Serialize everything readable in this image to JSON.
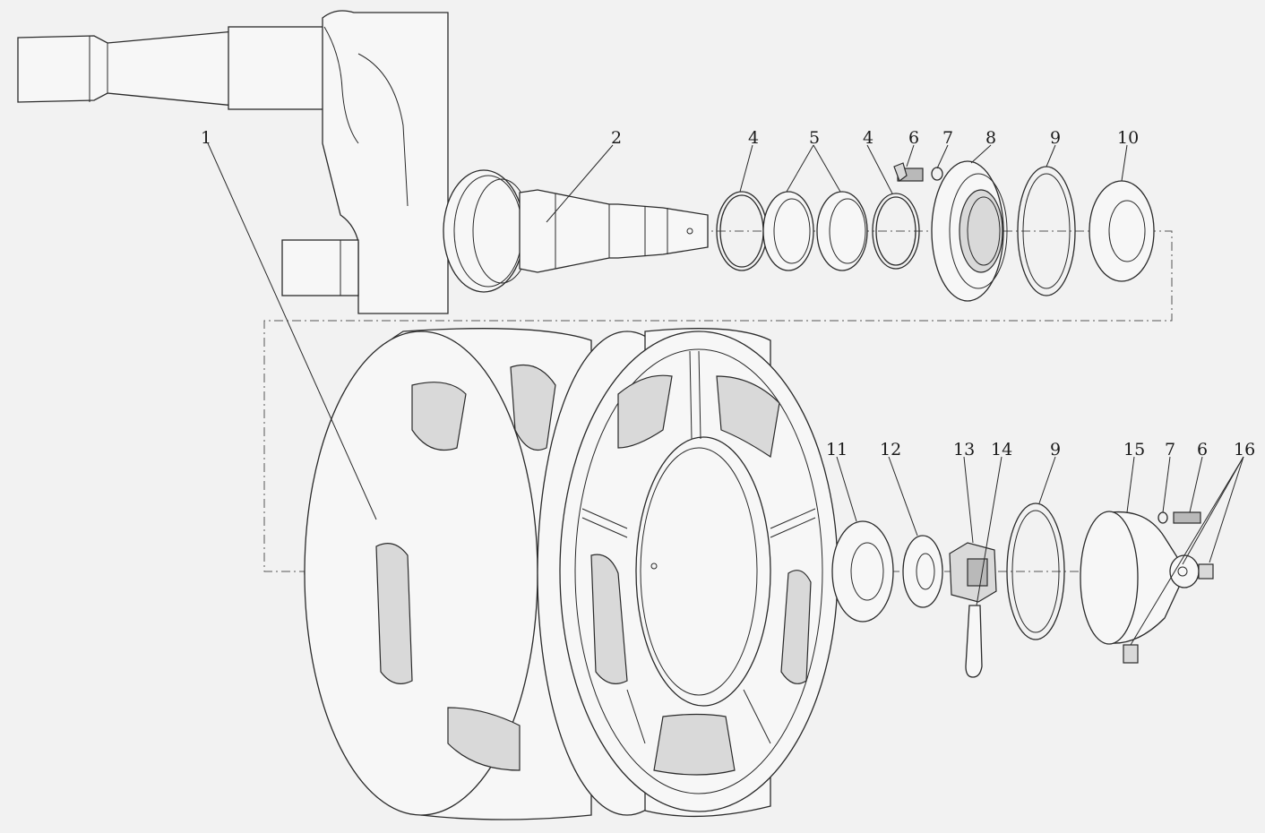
{
  "diagram": {
    "callouts": [
      {
        "id": "c1",
        "label": "1"
      },
      {
        "id": "c2",
        "label": "2"
      },
      {
        "id": "c4a",
        "label": "4"
      },
      {
        "id": "c5",
        "label": "5"
      },
      {
        "id": "c4b",
        "label": "4"
      },
      {
        "id": "c6a",
        "label": "6"
      },
      {
        "id": "c7a",
        "label": "7"
      },
      {
        "id": "c8",
        "label": "8"
      },
      {
        "id": "c9a",
        "label": "9"
      },
      {
        "id": "c10",
        "label": "10"
      },
      {
        "id": "c11",
        "label": "11"
      },
      {
        "id": "c12",
        "label": "12"
      },
      {
        "id": "c13",
        "label": "13"
      },
      {
        "id": "c14",
        "label": "14"
      },
      {
        "id": "c9b",
        "label": "9"
      },
      {
        "id": "c15",
        "label": "15"
      },
      {
        "id": "c7b",
        "label": "7"
      },
      {
        "id": "c6b",
        "label": "6"
      },
      {
        "id": "c16",
        "label": "16"
      }
    ]
  }
}
